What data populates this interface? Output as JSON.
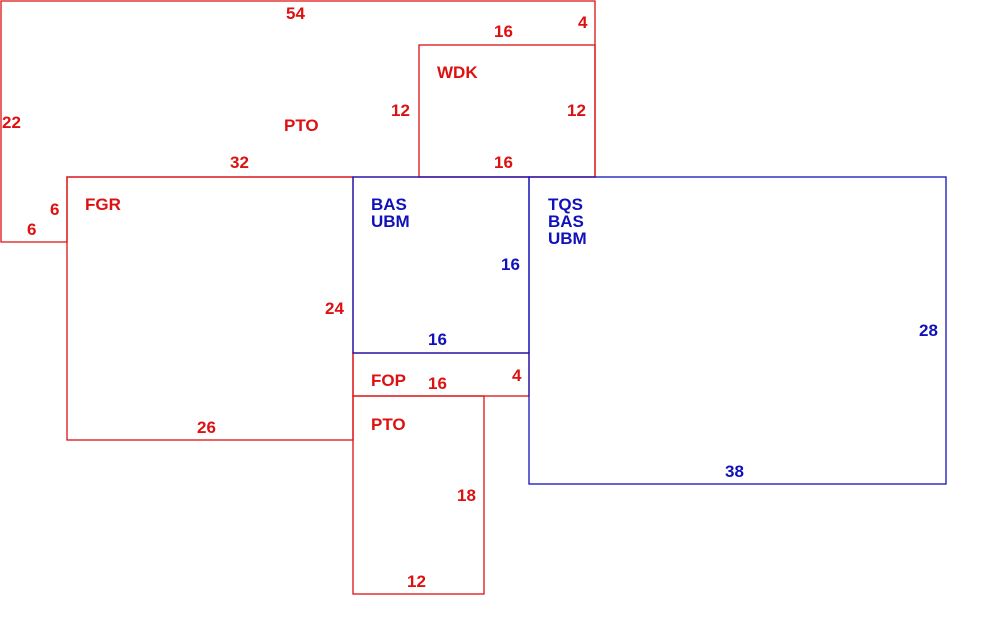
{
  "colors": {
    "red": "#dd1111",
    "blue": "#1111bb"
  },
  "regions": {
    "pto_top": {
      "label": "PTO",
      "dims": [
        "54",
        "22",
        "6",
        "6",
        "32",
        "12",
        "4"
      ]
    },
    "wdk": {
      "label": "WDK",
      "dims": [
        "16",
        "12",
        "16"
      ]
    },
    "fgr": {
      "label": "FGR",
      "dims": [
        "24",
        "26"
      ]
    },
    "bas_ubm": {
      "label1": "BAS",
      "label2": "UBM",
      "dims": [
        "16",
        "16"
      ]
    },
    "tqs": {
      "label1": "TQS",
      "label2": "BAS",
      "label3": "UBM",
      "dims": [
        "28",
        "38"
      ]
    },
    "fop": {
      "label": "FOP",
      "dims": [
        "16",
        "4"
      ]
    },
    "pto_bottom": {
      "label": "PTO",
      "dims": [
        "18",
        "12"
      ]
    }
  }
}
